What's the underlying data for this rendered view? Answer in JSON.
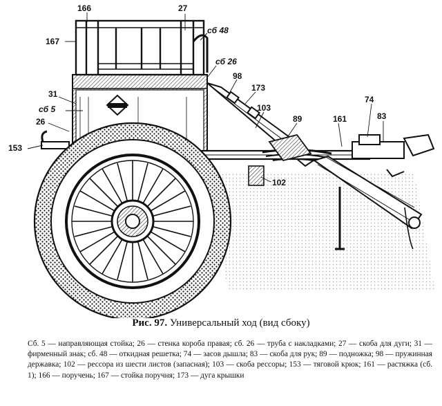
{
  "figure": {
    "callouts": {
      "c166": "166",
      "c27": "27",
      "c48": "сб 48",
      "c167": "167",
      "c26a": "сб 26",
      "c98": "98",
      "c173": "173",
      "c31": "31",
      "c5": "сб 5",
      "c26": "26",
      "c103": "103",
      "c74": "74",
      "c83": "83",
      "c89": "89",
      "c161": "161",
      "c153": "153",
      "c102": "102"
    },
    "caption_prefix": "Рис. 97.",
    "caption_text": "Универсальный ход (вид сбоку)",
    "legend_text": "Сб. 5 — направляющая стойка; 26 — стенка короба правая; сб. 26 — труба с накладками; 27 — скоба для дуги; 31 — фирменный знак; сб. 48 — откидная решетка; 74 — засов дышла; 83 — скоба для рук; 89 — подножка; 98 — пружинная державка; 102 — рессора из шести листов (запасная); 103 — скоба рессоры; 153 — тяговой крюк; 161 — растяжка (сб. 1); 166 — поручень; 167 — стойка поручня; 173 — дуга крышки"
  },
  "colors": {
    "ink": "#111111",
    "paper": "#ffffff"
  }
}
